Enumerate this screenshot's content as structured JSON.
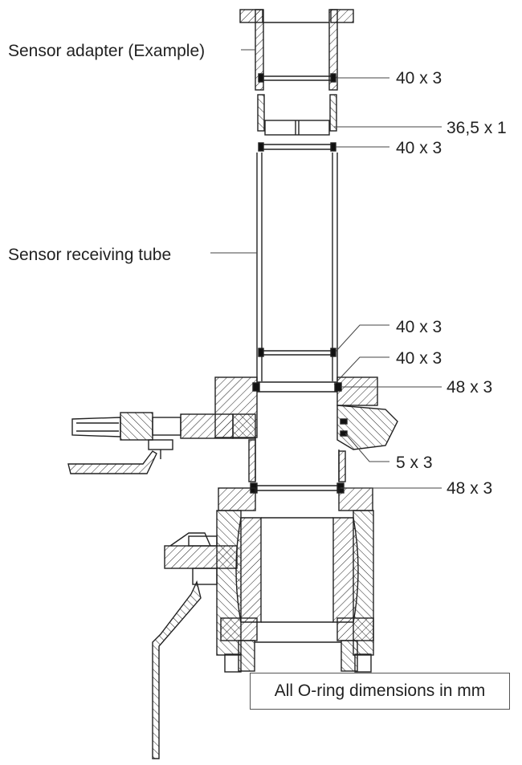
{
  "labels": {
    "sensor_adapter": "Sensor adapter (Example)",
    "sensor_receiving_tube": "Sensor receiving tube"
  },
  "oring_callouts": [
    "40 x 3",
    "36,5 x 1",
    "40 x 3",
    "40 x 3",
    "40 x 3",
    "48 x 3",
    "5 x 3",
    "48 x 3"
  ],
  "note": "All O-ring dimensions in mm",
  "colors": {
    "line": "#222222",
    "background": "#ffffff"
  }
}
